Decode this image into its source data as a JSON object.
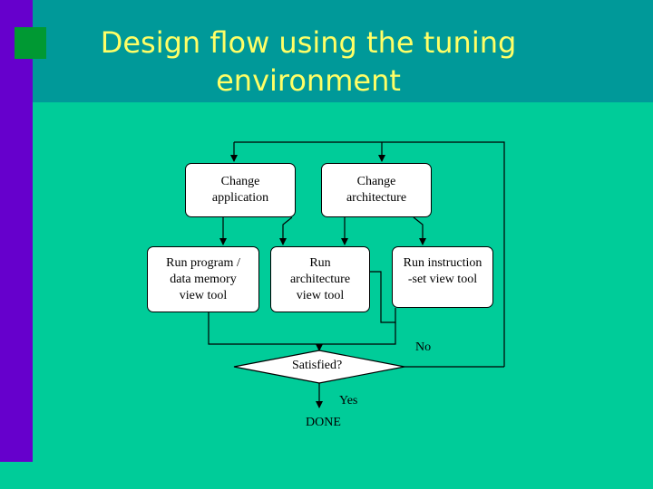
{
  "slide": {
    "title": "Design flow using the tuning environment",
    "colors": {
      "background": "#00cc99",
      "header": "#009999",
      "left_bar": "#6600cc",
      "accent_square": "#009933",
      "title_text": "#ffff66"
    }
  },
  "diagram": {
    "nodes": {
      "change_application": "Change\napplication",
      "change_architecture": "Change\narchitecture",
      "run_program_tool": "Run program /\ndata memory\nview tool",
      "run_architecture_tool": "Run\narchitecture\nview tool",
      "run_instruction_tool": "Run instruction\n-set view tool",
      "satisfied": "Satisfied?",
      "done": "DONE"
    },
    "edge_labels": {
      "no": "No",
      "yes": "Yes"
    }
  }
}
